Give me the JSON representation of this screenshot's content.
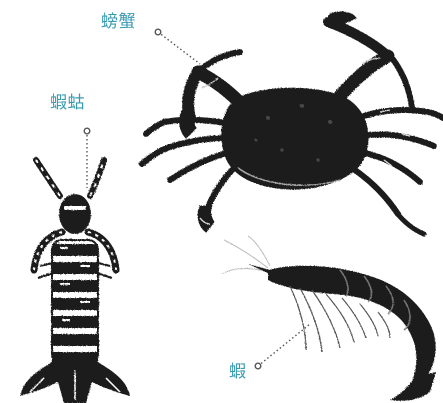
{
  "labels": {
    "crab": "螃蟹",
    "mantis_shrimp": "蝦蛄",
    "shrimp": "蝦"
  },
  "colors": {
    "label_text": "#3a9bb0",
    "leader": "#555555",
    "ink": "#1b1b1b",
    "background": "#ffffff"
  },
  "illustrations": {
    "crab": "crab-illustration",
    "mantis_shrimp": "mantis-shrimp-illustration",
    "shrimp": "shrimp-illustration"
  }
}
